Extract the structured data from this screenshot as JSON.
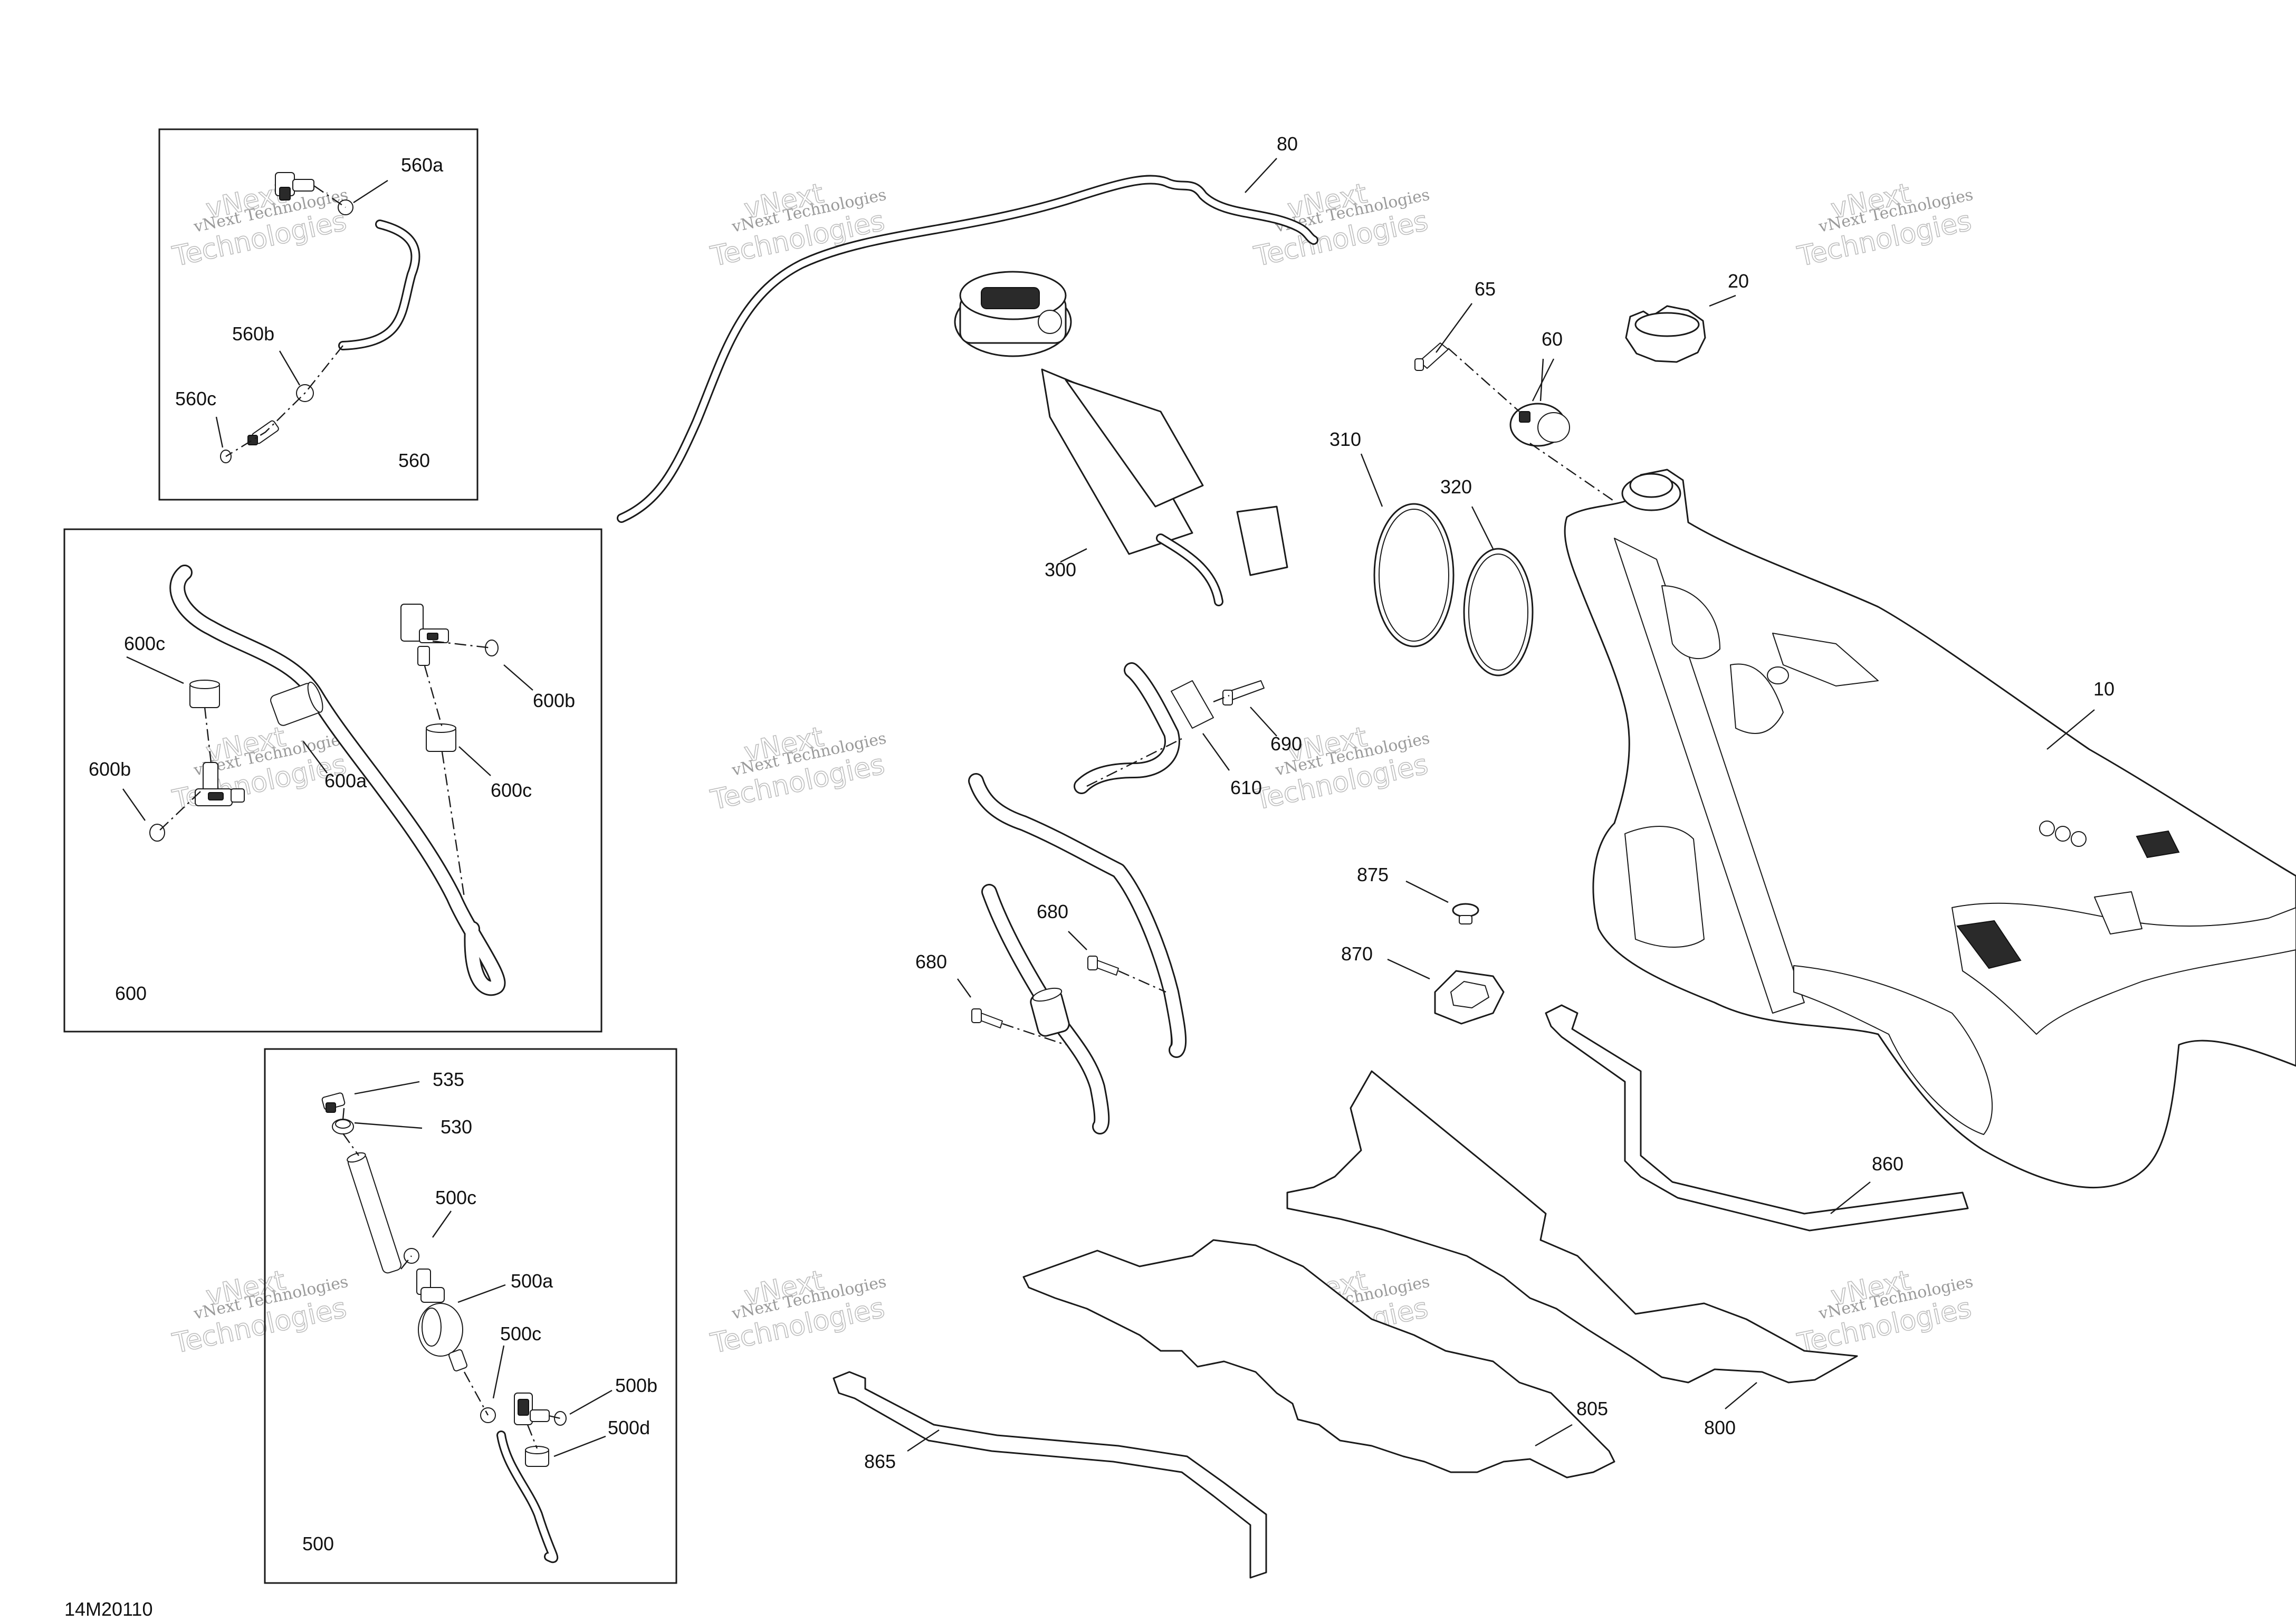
{
  "diagram_code": "14M20110",
  "watermark": {
    "line1": "vNext Technologies",
    "line2": "vNext",
    "line3": "Technologies"
  },
  "callouts": {
    "c10": "10",
    "c20": "20",
    "c60": "60",
    "c65": "65",
    "c80": "80",
    "c300": "300",
    "c310": "310",
    "c320": "320",
    "c500": "500",
    "c500a": "500a",
    "c500b": "500b",
    "c500c_1": "500c",
    "c500c_2": "500c",
    "c500d": "500d",
    "c530": "530",
    "c535": "535",
    "c560": "560",
    "c560a": "560a",
    "c560b": "560b",
    "c560c": "560c",
    "c600": "600",
    "c600a": "600a",
    "c600b_1": "600b",
    "c600b_2": "600b",
    "c600c_1": "600c",
    "c600c_2": "600c",
    "c610": "610",
    "c680_1": "680",
    "c680_2": "680",
    "c690": "690",
    "c800": "800",
    "c805": "805",
    "c860": "860",
    "c865": "865",
    "c870": "870",
    "c875": "875"
  }
}
